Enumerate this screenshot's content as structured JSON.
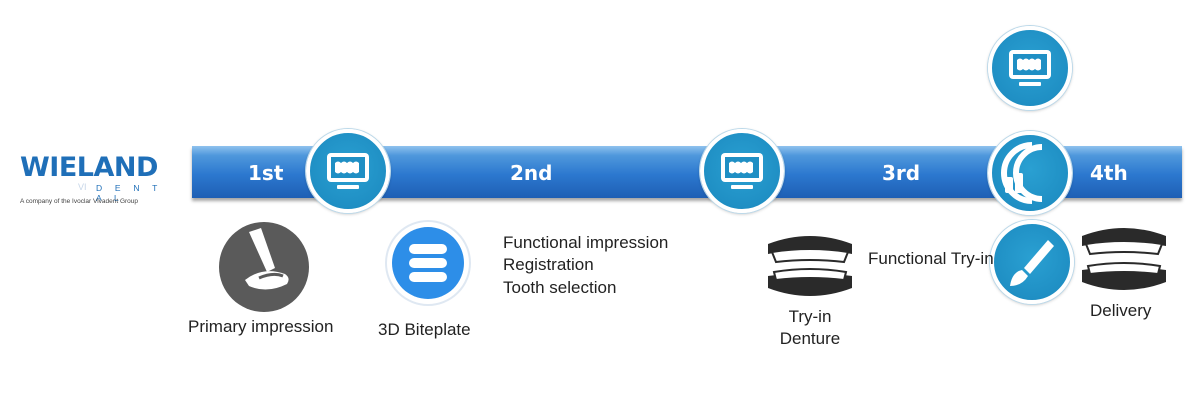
{
  "logo": {
    "name": "WIELAND",
    "sub": "D E N T A L",
    "faint": "VI",
    "tagline": "A company of the Ivoclar Vivadent Group"
  },
  "timeline": {
    "steps": [
      "1st",
      "2nd",
      "3rd",
      "4th"
    ]
  },
  "labels": {
    "primary_impression": "Primary impression",
    "biteplate": "3D Biteplate",
    "functional_impression": [
      "Functional impression",
      "Registration",
      "Tooth selection"
    ],
    "tryin_denture": [
      "Try-in",
      "Denture"
    ],
    "functional_tryin": "Functional Try-in",
    "delivery": "Delivery"
  },
  "icons": {
    "monitor": "monitor-icon",
    "denture": "denture-icon",
    "impression": "impression-tray-icon",
    "biteplate": "biteplate-icon",
    "brush": "brush-icon",
    "arches": "arches-icon"
  },
  "colors": {
    "bar": "#2c78cf",
    "circle": "#1f8fc4",
    "logo": "#1f6fb8",
    "biteplate": "#2d8ee8"
  }
}
